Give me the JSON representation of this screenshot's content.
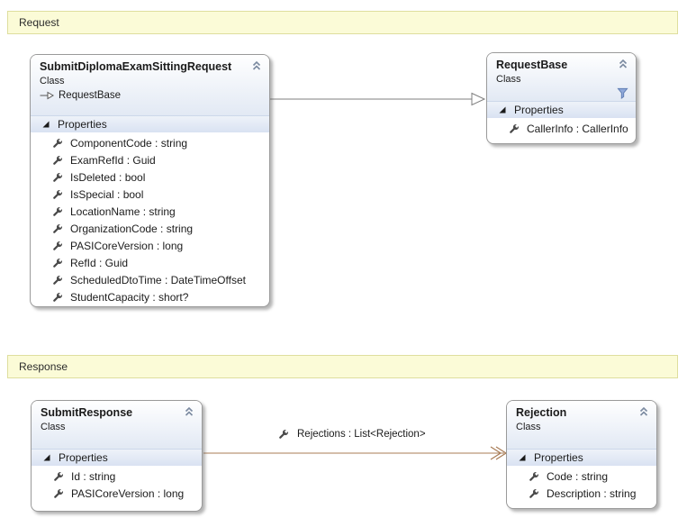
{
  "banners": [
    {
      "label": "Request"
    },
    {
      "label": "Response"
    }
  ],
  "classes": [
    {
      "title": "SubmitDiplomaExamSittingRequest",
      "kind": "Class",
      "base": "RequestBase",
      "section": "Properties",
      "properties": [
        "ComponentCode : string",
        "ExamRefId : Guid",
        "IsDeleted : bool",
        "IsSpecial : bool",
        "LocationName : string",
        "OrganizationCode : string",
        "PASICoreVersion : long",
        "RefId : Guid",
        "ScheduledDtoTime : DateTimeOffset",
        "StudentCapacity : short?"
      ]
    },
    {
      "title": "RequestBase",
      "kind": "Class",
      "section": "Properties",
      "properties": [
        "CallerInfo : CallerInfo"
      ]
    },
    {
      "title": "SubmitResponse",
      "kind": "Class",
      "section": "Properties",
      "properties": [
        "Id : string",
        "PASICoreVersion : long"
      ]
    },
    {
      "title": "Rejection",
      "kind": "Class",
      "section": "Properties",
      "properties": [
        "Code : string",
        "Description : string"
      ]
    }
  ],
  "connectors": {
    "inheritance": {
      "from": "SubmitDiplomaExamSittingRequest",
      "to": "RequestBase"
    },
    "association": {
      "label": "Rejections : List<Rejection>",
      "from": "SubmitResponse",
      "to": "Rejection"
    }
  },
  "colors": {
    "banner_bg": "#fbfbd7",
    "banner_border": "#dede9e",
    "box_border": "#9a9a9a",
    "header_gradient_bottom": "#e2e9f4",
    "section_bar_bottom": "#d9e2f2",
    "inheritance_line": "#7f7f7f",
    "association_line": "#a87c56",
    "filter_icon_blue": "#8fa8d9",
    "chevron_gray_blue": "#7b8aa0"
  }
}
